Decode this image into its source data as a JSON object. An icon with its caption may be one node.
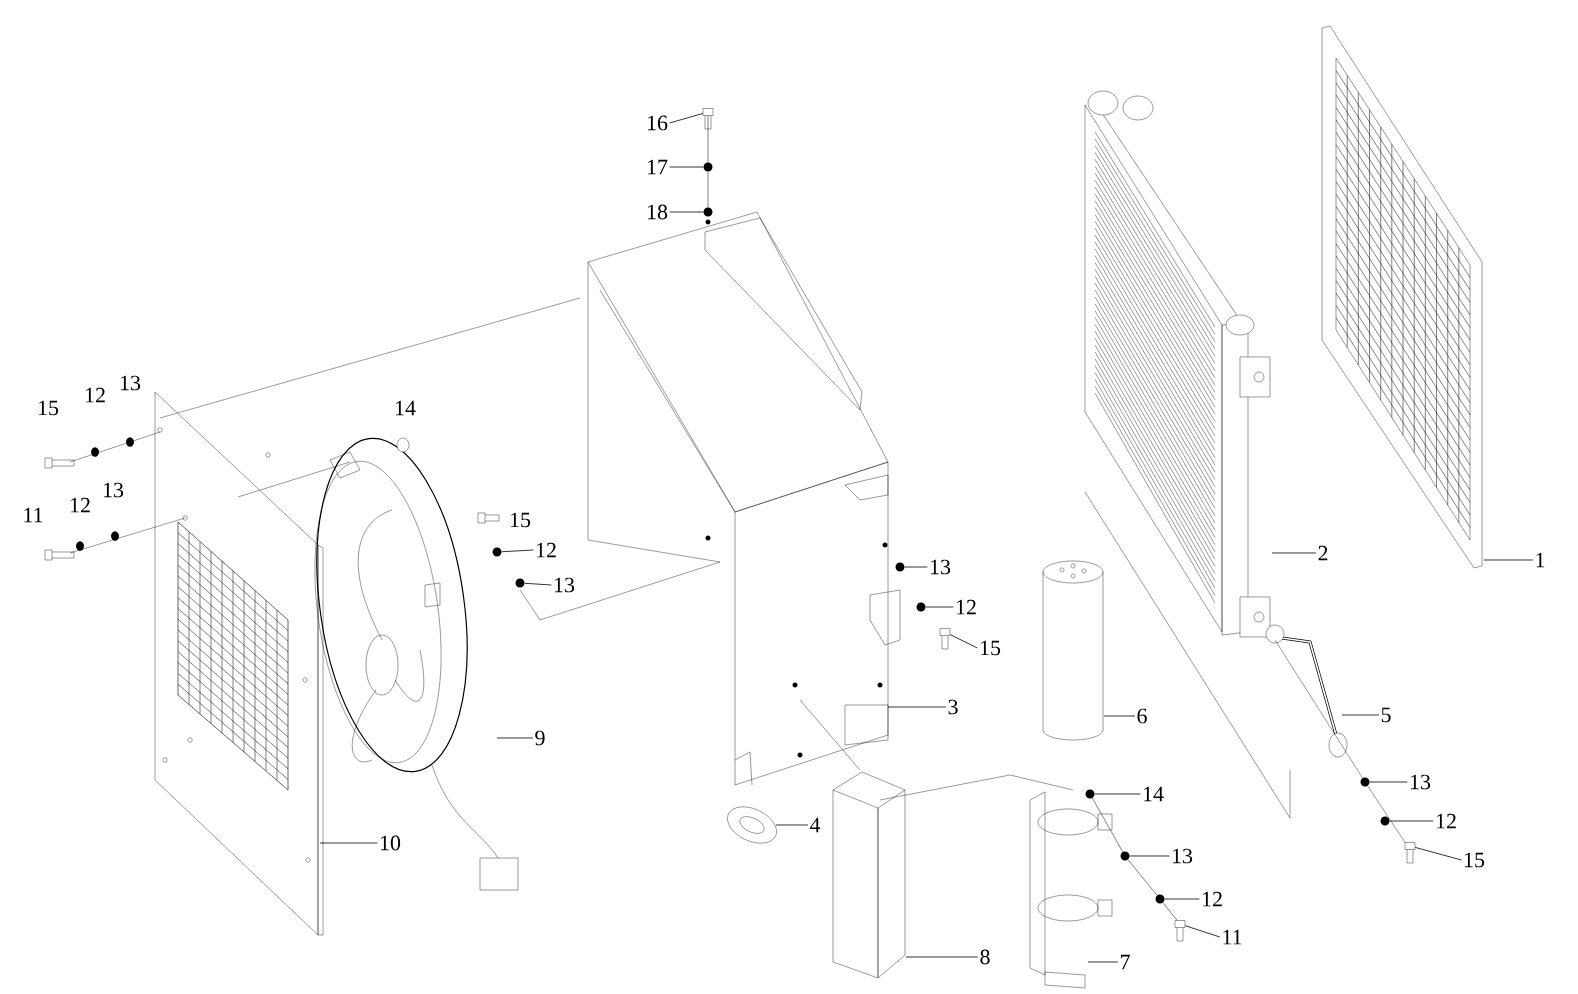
{
  "diagram": {
    "nodes": [
      {
        "text": [
          "16"
        ]
      },
      {
        "text": [
          "17"
        ]
      },
      {
        "text": [
          "18"
        ]
      },
      {
        "text": [
          "12"
        ]
      },
      {
        "text": [
          "2"
        ]
      },
      {
        "text": [
          "1"
        ]
      },
      {
        "text": [
          "13"
        ]
      },
      {
        "text": [
          "13"
        ]
      },
      {
        "text": [
          "12"
        ]
      },
      {
        "text": [
          "15"
        ]
      },
      {
        "text": [
          "3"
        ]
      },
      {
        "text": [
          "6"
        ]
      },
      {
        "text": [
          "5"
        ]
      },
      {
        "text": [
          "9"
        ]
      },
      {
        "text": [
          "13"
        ]
      },
      {
        "text": [
          "14"
        ]
      },
      {
        "text": [
          "12"
        ]
      },
      {
        "text": [
          "4"
        ]
      },
      {
        "text": [
          "10"
        ]
      },
      {
        "text": [
          "13"
        ]
      },
      {
        "text": [
          "15"
        ]
      },
      {
        "text": [
          "12"
        ]
      },
      {
        "text": [
          "11"
        ]
      },
      {
        "text": [
          "8"
        ]
      },
      {
        "text": [
          "7"
        ]
      },
      {
        "text": [],
        "shape": "bolt"
      },
      {
        "text": [],
        "shape": "circle"
      },
      {
        "text": [],
        "shape": "circle"
      },
      {
        "text": [],
        "shape": "circle"
      },
      {
        "text": [],
        "shape": "circle"
      },
      {
        "text": [],
        "shape": "circle"
      },
      {
        "text": [],
        "shape": "circle"
      },
      {
        "text": [],
        "shape": "bolt"
      },
      {
        "text": [],
        "shape": "circle"
      },
      {
        "text": [],
        "shape": "circle"
      },
      {
        "text": [],
        "shape": "circle"
      },
      {
        "text": [],
        "shape": "circle"
      },
      {
        "text": [],
        "shape": "bolt"
      },
      {
        "text": [],
        "shape": "circle"
      },
      {
        "text": [],
        "shape": "bolt"
      }
    ],
    "edges": [
      {
        "from": 0,
        "to": 25,
        "arrow": "none"
      },
      {
        "from": 1,
        "to": 26,
        "arrow": "none"
      },
      {
        "from": 2,
        "to": 27,
        "arrow": "none"
      },
      {
        "from": 3,
        "to": 28,
        "arrow": "none"
      },
      {
        "from": 4,
        "to": null,
        "arrow": "none"
      },
      {
        "from": 5,
        "to": null,
        "arrow": "none"
      },
      {
        "from": 6,
        "to": 29,
        "arrow": "none"
      },
      {
        "from": 7,
        "to": 30,
        "arrow": "none"
      },
      {
        "from": 8,
        "to": 31,
        "arrow": "none"
      },
      {
        "from": 9,
        "to": 32,
        "arrow": "none"
      },
      {
        "from": 10,
        "to": null,
        "arrow": "none"
      },
      {
        "from": 11,
        "to": null,
        "arrow": "none"
      },
      {
        "from": 12,
        "to": null,
        "arrow": "none"
      },
      {
        "from": 13,
        "to": null,
        "arrow": "none"
      },
      {
        "from": 14,
        "to": 33,
        "arrow": "none"
      },
      {
        "from": 15,
        "to": 34,
        "arrow": "none"
      },
      {
        "from": 16,
        "to": 35,
        "arrow": "none"
      },
      {
        "from": 17,
        "to": null,
        "arrow": "none"
      },
      {
        "from": 18,
        "to": null,
        "arrow": "none"
      },
      {
        "from": 19,
        "to": 36,
        "arrow": "none"
      },
      {
        "from": 20,
        "to": 37,
        "arrow": "none"
      },
      {
        "from": 21,
        "to": 38,
        "arrow": "none"
      },
      {
        "from": 22,
        "to": 39,
        "arrow": "none"
      },
      {
        "from": 23,
        "to": null,
        "arrow": "none"
      },
      {
        "from": 24,
        "to": null,
        "arrow": "none"
      },
      {
        "from": 25,
        "to": 26,
        "arrow": "none"
      },
      {
        "from": 26,
        "to": 27,
        "arrow": "none"
      },
      {
        "from": 34,
        "to": 36,
        "arrow": "none"
      },
      {
        "from": 36,
        "to": 38,
        "arrow": "none"
      },
      {
        "from": 38,
        "to": 39,
        "arrow": "none"
      }
    ],
    "labels": [
      "13",
      "12",
      "15",
      "14",
      "13",
      "12",
      "11",
      "15"
    ]
  }
}
